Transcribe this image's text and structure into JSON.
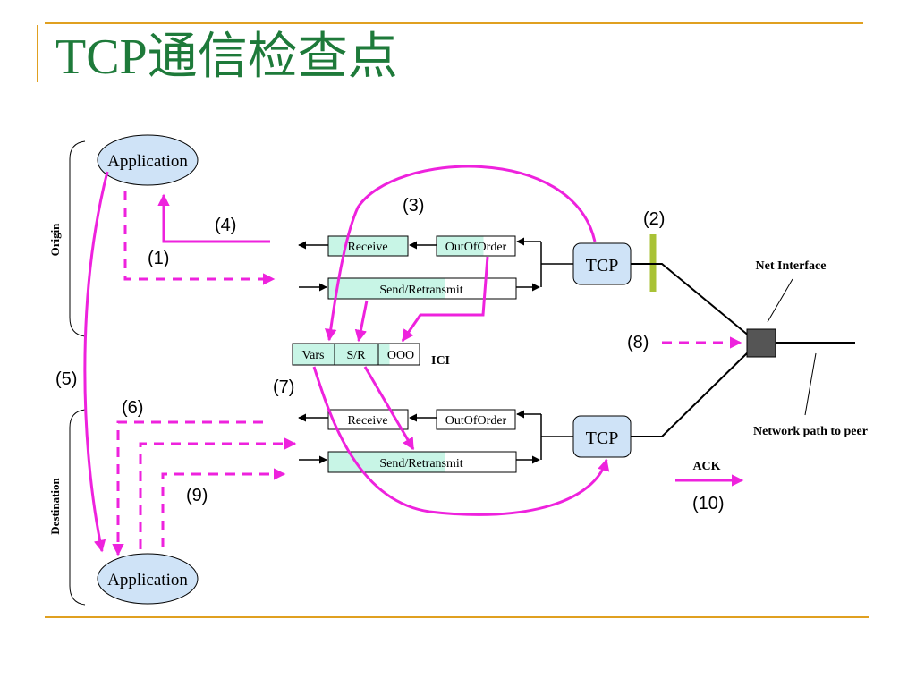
{
  "title": "TCP通信检查点",
  "colors": {
    "title": "#1e7a3a",
    "rule": "#e0a020",
    "magenta": "#ee22dd",
    "box_fill": "#c8f5e6",
    "ellipse_fill": "#cfe3f7",
    "tcp_fill": "#cfe3f7",
    "wire_green": "#a9c236",
    "net_box": "#555555"
  },
  "labels": {
    "origin": "Origin",
    "destination": "Destination",
    "app_top": "Application",
    "app_bottom": "Application",
    "receive_top": "Receive",
    "outoforder_top": "OutOfOrder",
    "sendretransmit_top": "Send/Retransmit",
    "receive_bottom": "Receive",
    "outoforder_bottom": "OutOfOrder",
    "sendretransmit_bottom": "Send/Retransmit",
    "tcp_top": "TCP",
    "tcp_bottom": "TCP",
    "vars": "Vars",
    "sr": "S/R",
    "ooo": "OOO",
    "ici": "ICI",
    "net_interface": "Net Interface",
    "network_path": "Network path to peer",
    "ack": "ACK"
  },
  "checkpoints": {
    "c1": "(1)",
    "c2": "(2)",
    "c3": "(3)",
    "c4": "(4)",
    "c5": "(5)",
    "c6": "(6)",
    "c7": "(7)",
    "c8": "(8)",
    "c9": "(9)",
    "c10": "(10)"
  }
}
